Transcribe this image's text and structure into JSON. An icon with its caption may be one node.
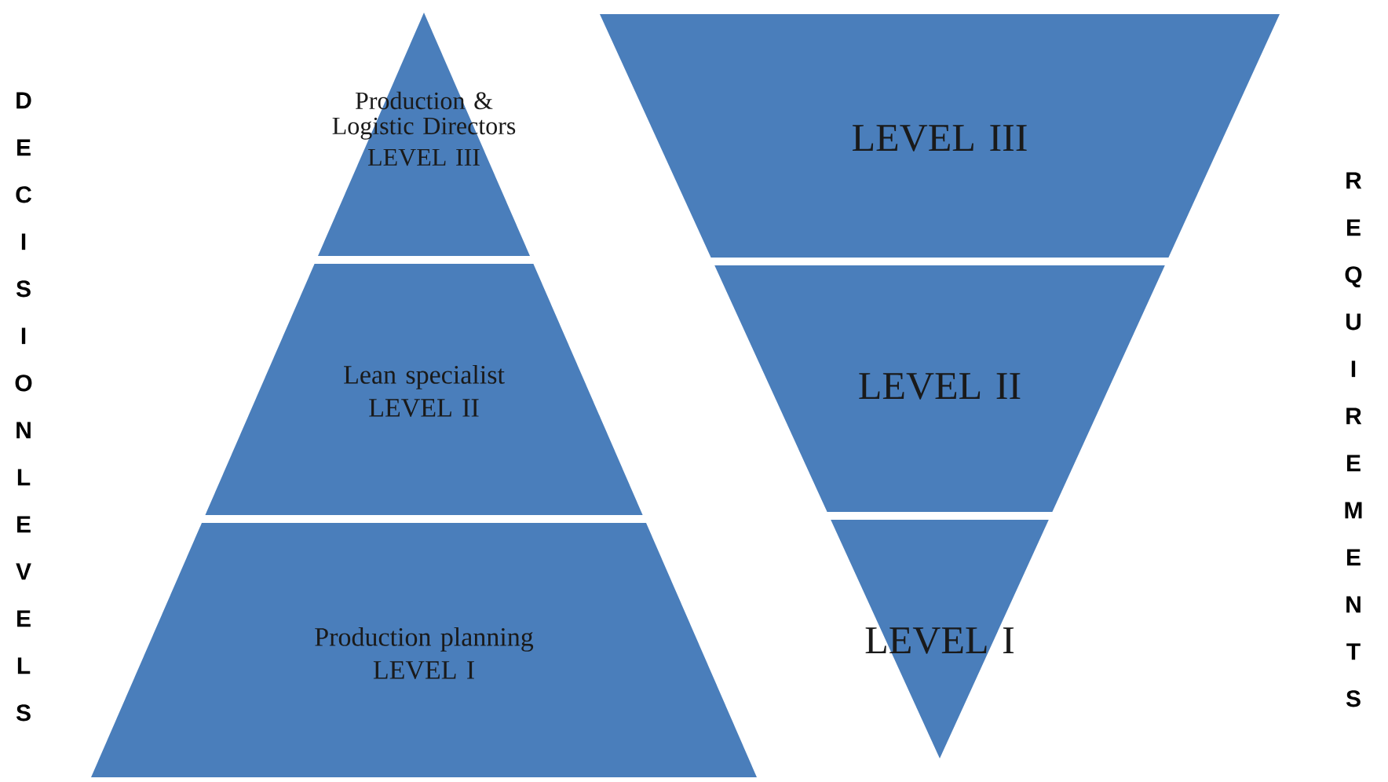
{
  "diagram": {
    "nodes": [
      {
        "text": [
          "Production & Logistic Directors",
          "LEVEL III"
        ]
      },
      {
        "text": [
          "Lean specialist",
          "LEVEL II"
        ]
      },
      {
        "text": [
          "Production planning",
          "LEVEL I"
        ]
      },
      {
        "text": [
          "LEVEL III"
        ]
      },
      {
        "text": [
          "LEVEL II"
        ]
      },
      {
        "text": [
          "LEVEL I"
        ]
      }
    ],
    "labels": [
      "DECISION LEVELS",
      "REQUIREMENTS"
    ]
  }
}
